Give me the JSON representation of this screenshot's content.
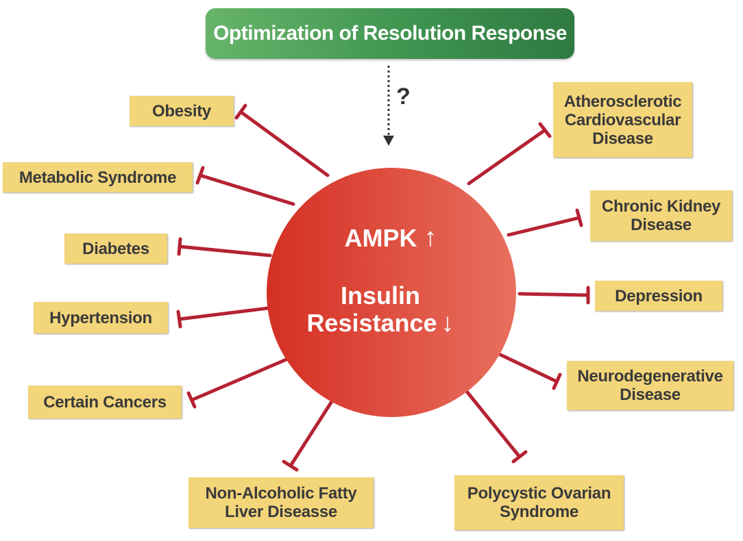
{
  "banner": {
    "label": "Optimization of Resolution Response"
  },
  "link": {
    "question_mark": "?"
  },
  "center": {
    "ampk_label": "AMPK",
    "ampk_arrow": "↑",
    "insulin_line1": "Insulin",
    "insulin_line2": "Resistance",
    "insulin_arrow": "↓"
  },
  "left_items": [
    "Obesity",
    "Metabolic Syndrome",
    "Diabetes",
    "Hypertension",
    "Certain Cancers",
    "Non-Alcoholic Fatty Liver Diseasse"
  ],
  "right_items": [
    "Atherosclerotic Cardiovascular Disease",
    "Chronic Kidney Disease",
    "Depression",
    "Neurodegenerative Disease",
    "Polycystic Ovarian Syndrome"
  ],
  "colors": {
    "banner_green": "#3f9450",
    "circle_red": "#d9362a",
    "box_yellow": "#f3d57a",
    "inhibit_line": "#b52233"
  }
}
